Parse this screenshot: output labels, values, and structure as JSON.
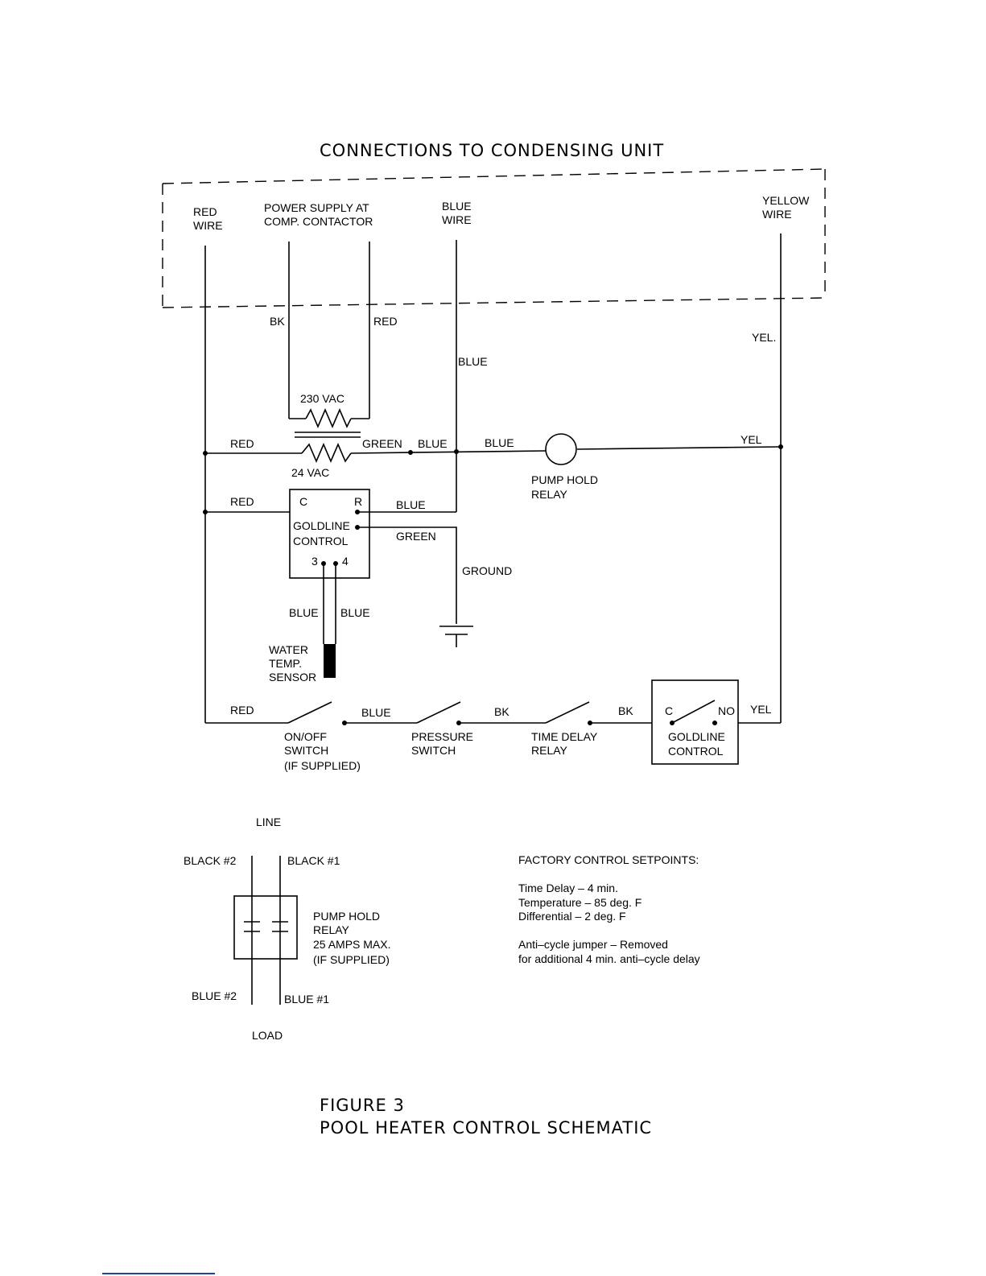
{
  "header": {
    "title": "CONNECTIONS TO CONDENSING UNIT"
  },
  "unit": {
    "red_wire": [
      "RED",
      "WIRE"
    ],
    "power_supply": [
      "POWER SUPPLY  AT",
      "COMP. CONTACTOR"
    ],
    "blue_wire": [
      "BLUE",
      "WIRE"
    ],
    "yellow_wire": [
      "YELLOW",
      "WIRE"
    ]
  },
  "wires": {
    "bk": "BK",
    "red": "RED",
    "blue": "BLUE",
    "yel_dot": "YEL.",
    "yel": "YEL",
    "green": "GREEN",
    "ground": "GROUND"
  },
  "transformer": {
    "primary": "230 VAC",
    "secondary": "24 VAC"
  },
  "pump_relay": [
    "PUMP HOLD",
    "RELAY"
  ],
  "goldline": {
    "c": "C",
    "r": "R",
    "name": [
      "GOLDLINE",
      "CONTROL"
    ],
    "t3": "3",
    "t4": "4",
    "no": "NO"
  },
  "sensor": [
    "WATER",
    "TEMP.",
    "SENSOR"
  ],
  "switches": {
    "onoff": [
      "ON/OFF",
      "SWITCH",
      "(IF  SUPPLIED)"
    ],
    "pressure": [
      "PRESSURE",
      "SWITCH"
    ],
    "time_delay": [
      "TIME  DELAY",
      "RELAY"
    ]
  },
  "relay_detail": {
    "line": "LINE",
    "load": "LOAD",
    "black2": "BLACK  #2",
    "black1": "BLACK  #1",
    "blue2": "BLUE  #2",
    "blue1": "BLUE  #1",
    "desc": [
      "PUMP  HOLD",
      "RELAY",
      "25  AMPS  MAX.",
      "(IF  SUPPLIED)"
    ]
  },
  "setpoints": {
    "title": "FACTORY  CONTROL  SETPOINTS:",
    "lines": [
      "Time  Delay  –  4  min.",
      "Temperature  –  85  deg.  F",
      "Differential  –  2  deg.  F"
    ],
    "jumper": [
      "Anti–cycle  jumper  –  Removed",
      "for  additional  4  min.  anti–cycle  delay"
    ]
  },
  "figure": {
    "number": "FIGURE  3",
    "caption": "POOL  HEATER  CONTROL  SCHEMATIC"
  }
}
